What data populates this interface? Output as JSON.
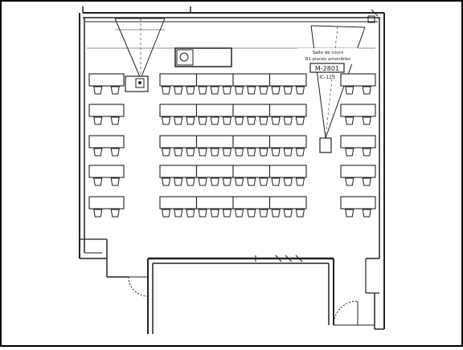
{
  "plan": {
    "room_title_line1": "Salle de cours",
    "room_title_line2": "81 places amovibles",
    "room_number": "M-2801",
    "room_code": "IC-113"
  },
  "colors": {
    "line": "#222222",
    "paper": "#ffffff",
    "frame": "#000000"
  },
  "icons": [
    "projector-icon",
    "camera-icon",
    "door-swing-icon"
  ]
}
